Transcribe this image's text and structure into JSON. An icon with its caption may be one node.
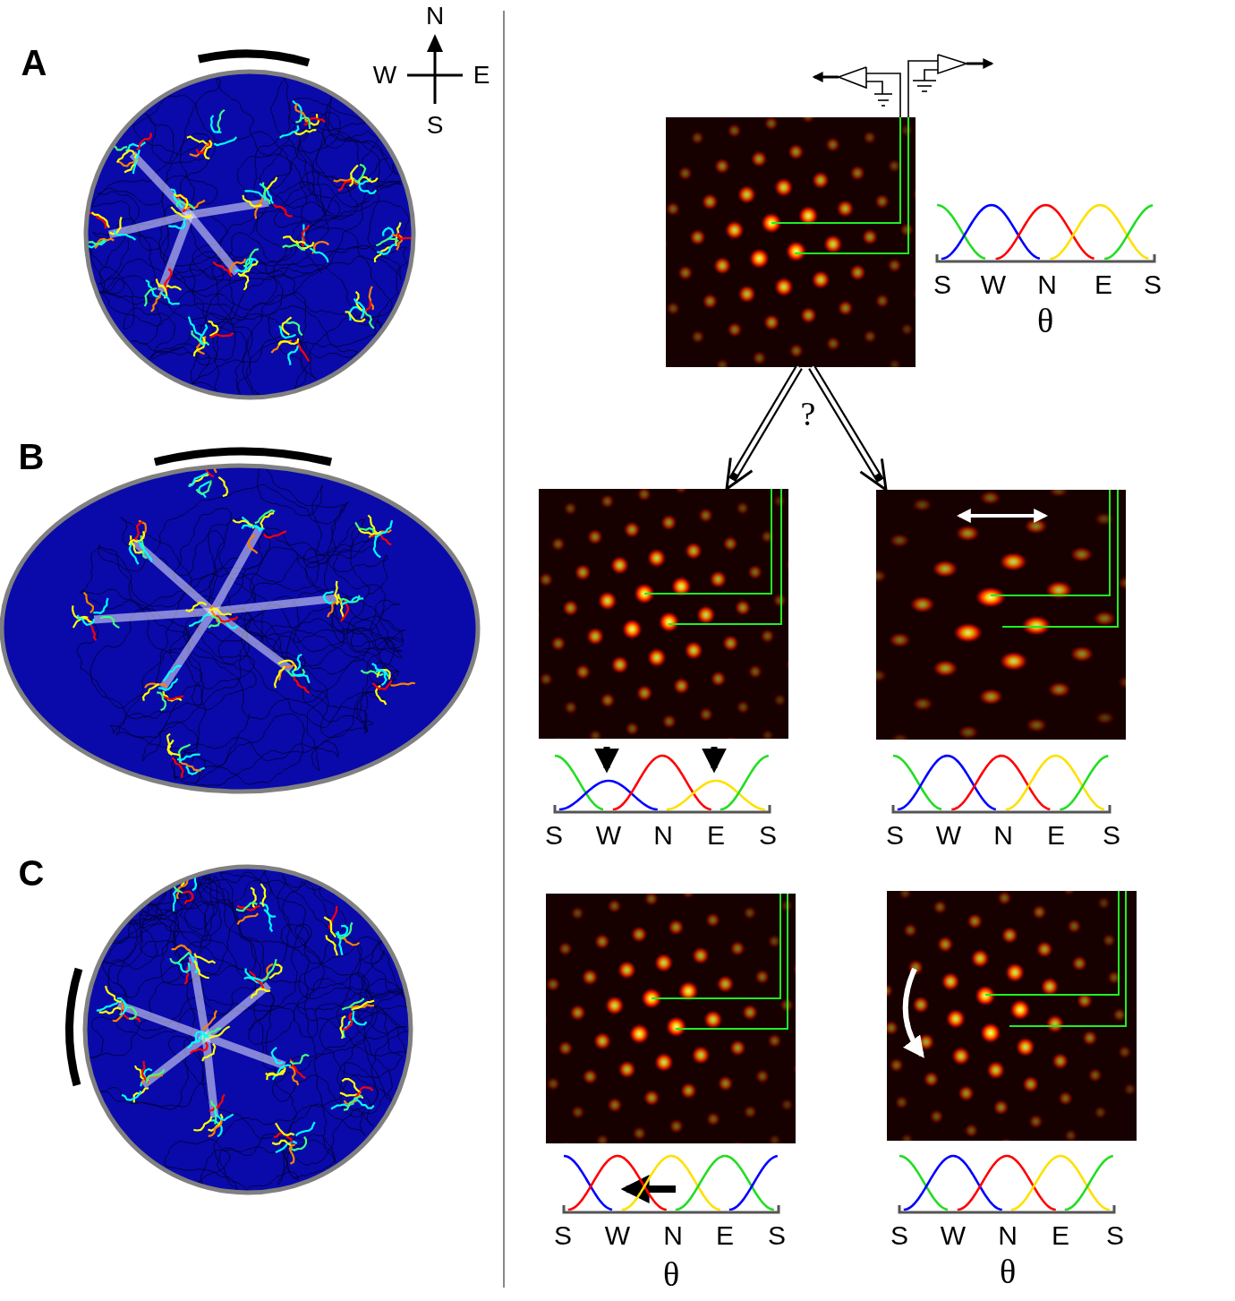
{
  "diagram": {
    "nodes": [
      {
        "text": [],
        "shape": "picture"
      },
      {
        "text": [],
        "shape": "picture"
      },
      {
        "text": [],
        "shape": "picture"
      }
    ],
    "edges": [
      {
        "from": 0,
        "to": 1,
        "arrow": "to"
      },
      {
        "from": 0,
        "to": 2,
        "arrow": "to"
      }
    ],
    "labels": [
      "A",
      "N",
      "W",
      "E",
      "S",
      "S",
      "W",
      "N",
      "E",
      "S",
      "θ",
      "?",
      "B",
      "S",
      "W",
      "N",
      "E",
      "S",
      "S",
      "W",
      "N",
      "E",
      "S",
      "C",
      "S",
      "W",
      "N",
      "E",
      "S",
      "θ",
      "S",
      "W",
      "N",
      "E",
      "S",
      "θ"
    ]
  }
}
